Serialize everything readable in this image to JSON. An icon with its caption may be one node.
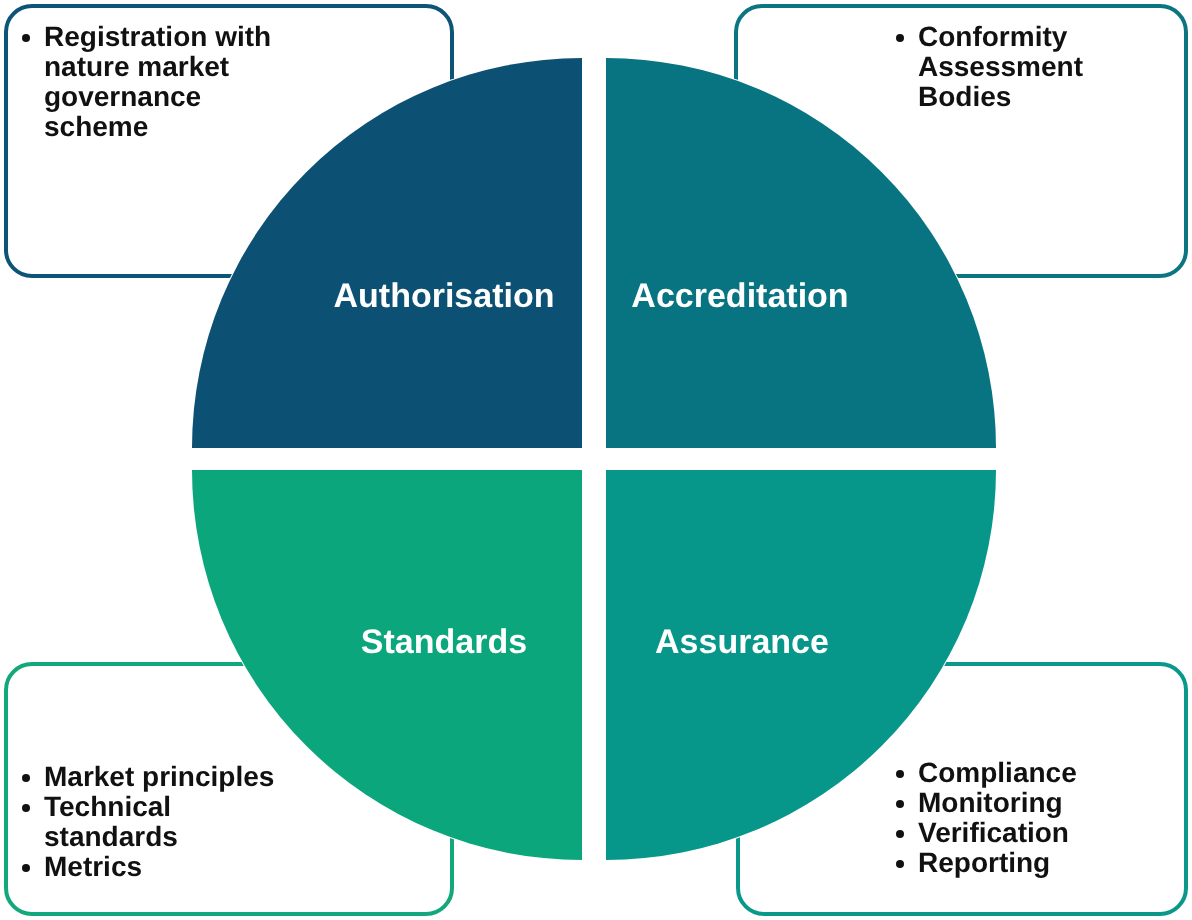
{
  "diagram": {
    "nodes": [
      {
        "text": [
          "Registration with nature market governance scheme"
        ]
      },
      {
        "text": [
          "Conformity Assessment Bodies"
        ]
      },
      {
        "text": [
          "Authorisation"
        ]
      },
      {
        "text": [
          "Accreditation"
        ]
      },
      {
        "text": [
          "Standards"
        ]
      },
      {
        "text": [
          "Assurance"
        ]
      },
      {
        "text": [
          "Market principles",
          "Technical standards",
          "Metrics"
        ]
      },
      {
        "text": [
          "Compliance",
          "Monitoring",
          "Verification",
          "Reporting"
        ]
      }
    ]
  }
}
